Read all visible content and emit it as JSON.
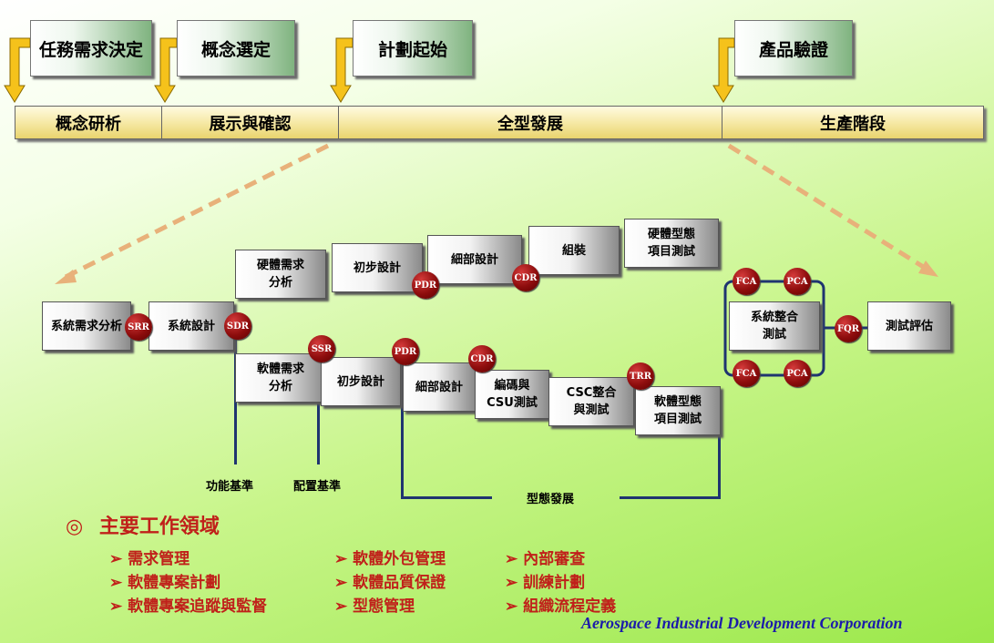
{
  "milestones": [
    "任務需求決定",
    "概念選定",
    "計劃起始",
    "產品驗證"
  ],
  "phases": [
    "概念研析",
    "展示與確認",
    "全型發展",
    "生產階段"
  ],
  "boxes": {
    "sys_req": "系統需求分析",
    "sys_design": "系統設計",
    "hw_req": "硬體需求\n分析",
    "hw_prelim": "初步設計",
    "hw_detail": "細部設計",
    "hw_assembly": "組裝",
    "hw_test": "硬體型態\n項目測試",
    "sw_req": "軟體需求\n分析",
    "sw_prelim": "初步設計",
    "sw_detail": "細部設計",
    "sw_code": "編碼與\nCSU測試",
    "sw_csc": "CSC整合\n與測試",
    "sw_test": "軟體型態\n項目測試",
    "sys_integ": "系統整合\n測試",
    "test_eval": "測試評估"
  },
  "reviews": {
    "srr": "SRR",
    "sdr": "SDR",
    "pdr_hw": "PDR",
    "cdr_hw": "CDR",
    "ssr": "SSR",
    "pdr_sw": "PDR",
    "cdr_sw": "CDR",
    "trr": "TRR",
    "fca1": "FCA",
    "pca1": "PCA",
    "fca2": "FCA",
    "pca2": "PCA",
    "fqr": "FQR"
  },
  "baselines": [
    "功能基準",
    "配置基準",
    "型態發展"
  ],
  "work_areas": {
    "title": "主要工作領域",
    "bullet": "◎",
    "arrow": "➢",
    "items": [
      "需求管理",
      "軟體專案計劃",
      "軟體專案追蹤與監督",
      "軟體外包管理",
      "軟體品質保證",
      "型態管理",
      "內部審查",
      "訓練計劃",
      "組織流程定義"
    ]
  },
  "footer": "Aerospace Industrial Development Corporation",
  "colors": {
    "review_ball": "#8e0d0d",
    "line": "#1f3470",
    "work_text": "#c0201a",
    "footer_text": "#1c1caa",
    "arrow_fill": "#f5c21b"
  }
}
